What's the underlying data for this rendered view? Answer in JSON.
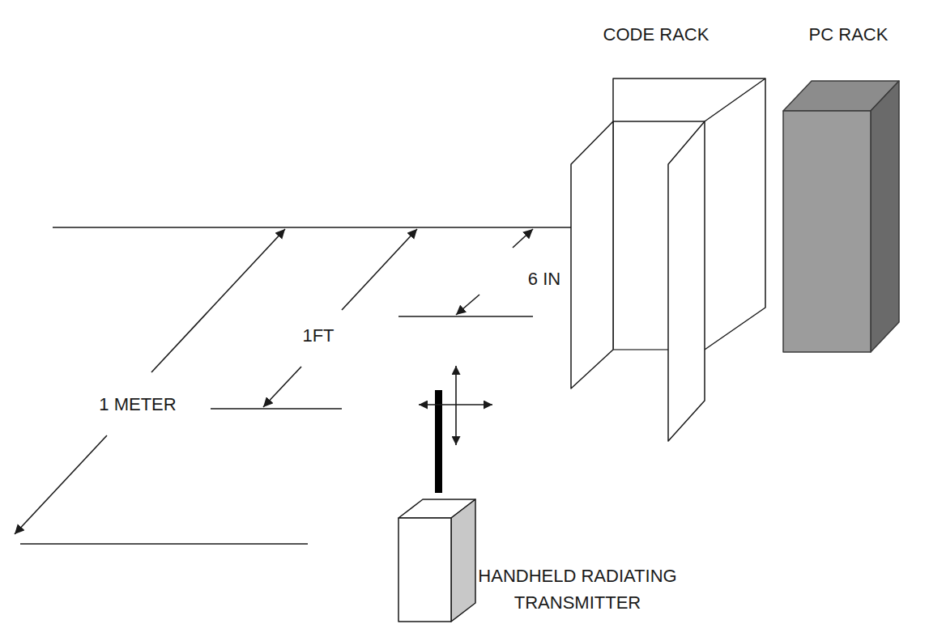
{
  "diagram": {
    "nodes": [
      {
        "text": [
          "CODE RACK"
        ]
      },
      {
        "text": [
          "PC RACK"
        ]
      },
      {
        "text": [
          "HANDHELD RADIATING TRANSMITTER"
        ]
      }
    ],
    "labels": [
      "6 IN",
      "1FT",
      "1 METER"
    ]
  }
}
